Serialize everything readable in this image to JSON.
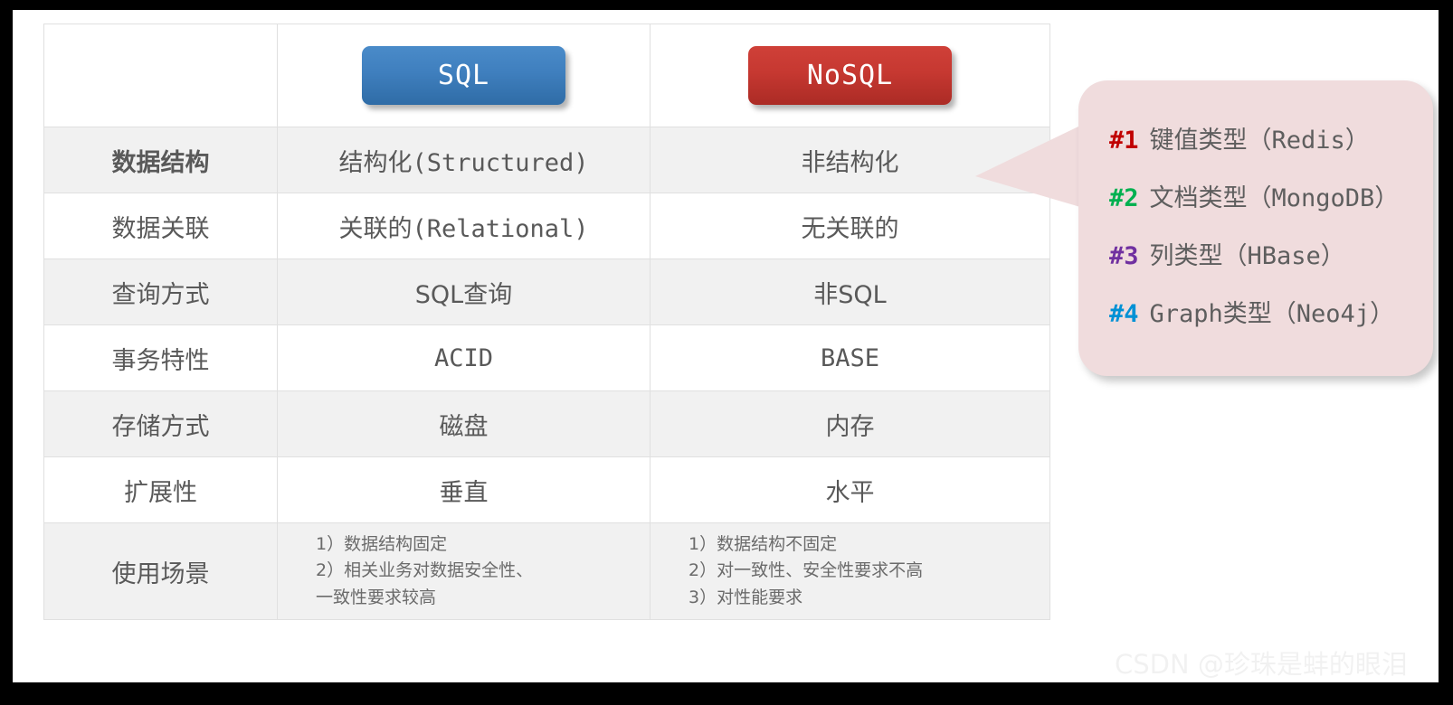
{
  "table": {
    "columns": [
      {
        "key": "attribute",
        "header": ""
      },
      {
        "key": "sql",
        "header": "SQL"
      },
      {
        "key": "nosql",
        "header": "NoSQL"
      }
    ],
    "header_badges": {
      "sql": {
        "label": "SQL",
        "color": "#3f7fbe"
      },
      "nosql": {
        "label": "NoSQL",
        "color": "#c63831"
      }
    },
    "rows": [
      {
        "attribute": "数据结构",
        "sql": "结构化(Structured)",
        "nosql": "非结构化"
      },
      {
        "attribute": "数据关联",
        "sql": "关联的(Relational)",
        "nosql": "无关联的"
      },
      {
        "attribute": "查询方式",
        "sql": "SQL查询",
        "nosql": "非SQL"
      },
      {
        "attribute": "事务特性",
        "sql": "ACID",
        "nosql": "BASE"
      },
      {
        "attribute": "存储方式",
        "sql": "磁盘",
        "nosql": "内存"
      },
      {
        "attribute": "扩展性",
        "sql": "垂直",
        "nosql": "水平"
      }
    ],
    "scenario_row": {
      "attribute": "使用场景",
      "sql_lines": [
        "1）数据结构固定",
        "2）相关业务对数据安全性、",
        "一致性要求较高"
      ],
      "nosql_lines": [
        "1）数据结构不固定",
        "2）对一致性、安全性要求不高",
        "3）对性能要求"
      ]
    }
  },
  "callout": {
    "background_color": "#f0dcdd",
    "items": [
      {
        "marker": "#1",
        "marker_color": "#c00000",
        "text": "键值类型（Redis）"
      },
      {
        "marker": "#2",
        "marker_color": "#00b050",
        "text": "文档类型（MongoDB）"
      },
      {
        "marker": "#3",
        "marker_color": "#7030a0",
        "text": "列类型（HBase）"
      },
      {
        "marker": "#4",
        "marker_color": "#0091d5",
        "text": "Graph类型（Neo4j）"
      }
    ]
  },
  "watermark": {
    "text": "CSDN @珍珠是蚌的眼泪"
  }
}
